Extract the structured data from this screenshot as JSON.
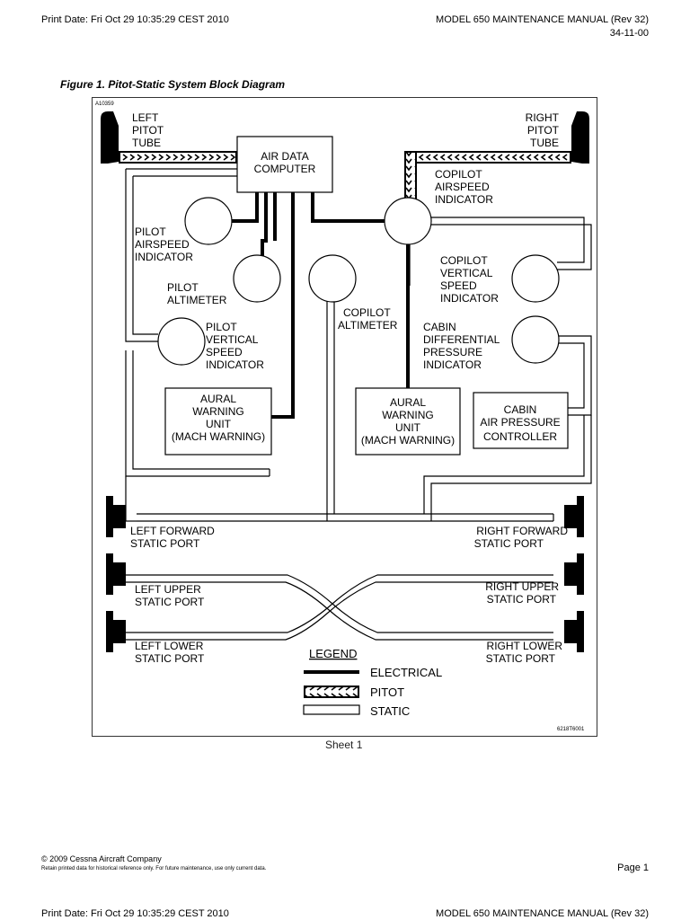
{
  "header": {
    "print_date": "Print Date: Fri Oct 29 10:35:29 CEST 2010",
    "manual": "MODEL 650 MAINTENANCE MANUAL  (Rev 32)",
    "section": "34-11-00"
  },
  "figure": {
    "title": "Figure 1. Pitot-Static System Block Diagram",
    "id_top": "A10359",
    "id_bottom": "6218T6001",
    "sheet": "Sheet 1"
  },
  "diagram": {
    "left_pitot": [
      "LEFT",
      "PITOT",
      "TUBE"
    ],
    "right_pitot": [
      "RIGHT",
      "PITOT",
      "TUBE"
    ],
    "air_data_computer": [
      "AIR DATA",
      "COMPUTER"
    ],
    "copilot_airspeed": [
      "COPILOT",
      "AIRSPEED",
      "INDICATOR"
    ],
    "pilot_airspeed": [
      "PILOT",
      "AIRSPEED",
      "INDICATOR"
    ],
    "pilot_altimeter": [
      "PILOT",
      "ALTIMETER"
    ],
    "copilot_altimeter": [
      "COPILOT",
      "ALTIMETER"
    ],
    "copilot_vsi": [
      "COPILOT",
      "VERTICAL",
      "SPEED",
      "INDICATOR"
    ],
    "pilot_vsi": [
      "PILOT",
      "VERTICAL",
      "SPEED",
      "INDICATOR"
    ],
    "cabin_diff": [
      "CABIN",
      "DIFFERENTIAL",
      "PRESSURE",
      "INDICATOR"
    ],
    "aural_left": [
      "AURAL",
      "WARNING",
      "UNIT",
      "(MACH WARNING)"
    ],
    "aural_right": [
      "AURAL",
      "WARNING",
      "UNIT",
      "(MACH WARNING)"
    ],
    "cabin_controller": [
      "CABIN",
      "AIR PRESSURE",
      "CONTROLLER"
    ],
    "left_forward": [
      "LEFT FORWARD",
      "STATIC PORT"
    ],
    "right_forward": [
      "RIGHT FORWARD",
      "STATIC PORT"
    ],
    "left_upper": [
      "LEFT UPPER",
      "STATIC PORT"
    ],
    "right_upper": [
      "RIGHT UPPER",
      "STATIC PORT"
    ],
    "left_lower": [
      "LEFT LOWER",
      "STATIC PORT"
    ],
    "right_lower": [
      "RIGHT LOWER",
      "STATIC PORT"
    ]
  },
  "legend": {
    "title": "LEGEND",
    "electrical": "ELECTRICAL",
    "pitot": "PITOT",
    "static": "STATIC"
  },
  "footer": {
    "copyright": "© 2009 Cessna Aircraft Company",
    "retain": "Retain printed data for historical reference only. For future maintenance, use only current data.",
    "page": "Page 1",
    "print_date": "Print Date: Fri Oct 29 10:35:29 CEST 2010",
    "manual": "MODEL 650 MAINTENANCE MANUAL  (Rev 32)"
  }
}
